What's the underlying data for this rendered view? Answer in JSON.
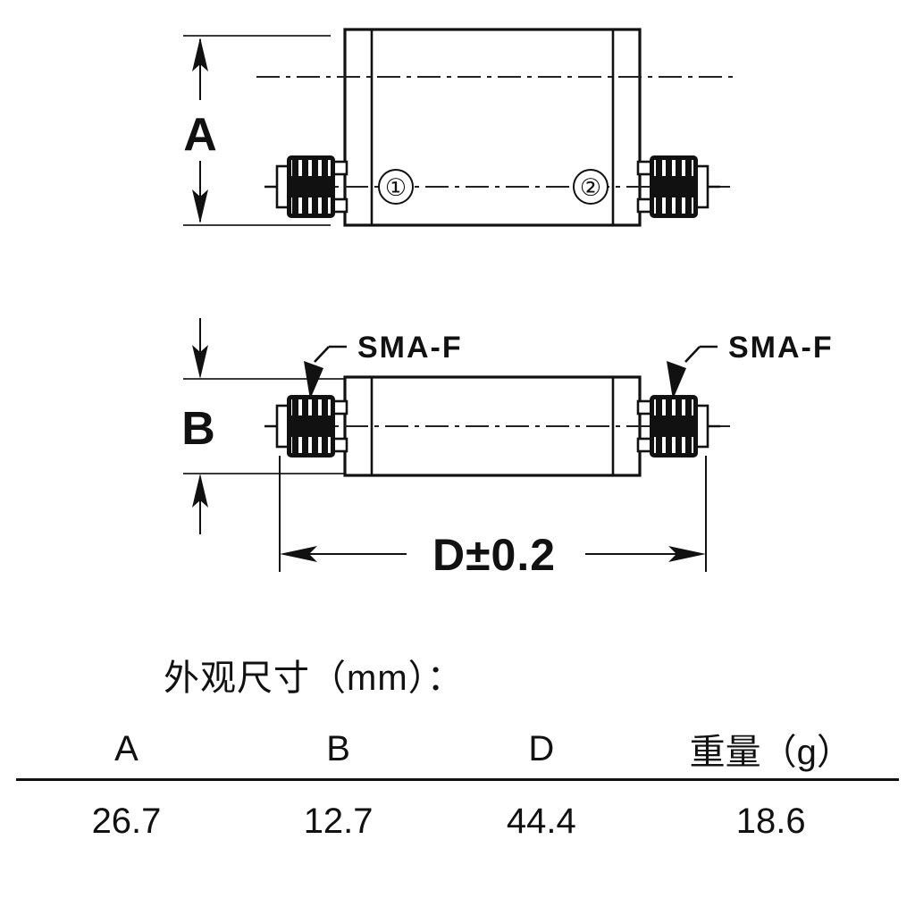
{
  "drawing": {
    "title_caption": "外观尺寸（mm）：",
    "views": {
      "top_view": {
        "dimension_letter": "A",
        "port_markers": [
          "①",
          "②"
        ],
        "connector_left": "SMA-F",
        "connector_right": "SMA-F"
      },
      "side_view": {
        "dimension_letter": "B",
        "length_dimension": "D±0.2",
        "callout_left": "SMA-F",
        "callout_right": "SMA-F"
      }
    }
  },
  "table": {
    "headers": [
      "A",
      "B",
      "D",
      "重量（g）"
    ],
    "rows": [
      [
        "26.7",
        "12.7",
        "44.4",
        "18.6"
      ]
    ]
  },
  "colors": {
    "line": "#111111",
    "extension_line": "#3a3a3a",
    "background": "#ffffff"
  }
}
